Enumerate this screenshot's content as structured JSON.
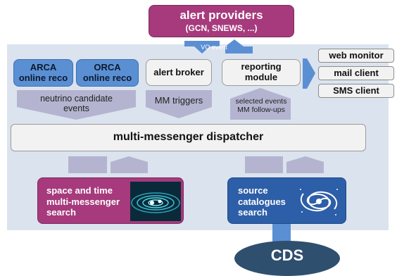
{
  "alert_providers": {
    "title": "alert providers",
    "subtitle": "(GCN, SNEWS, ...)"
  },
  "vo_event": "VO event",
  "reco": {
    "arca": [
      "ARCA",
      "online reco"
    ],
    "orca": [
      "ORCA",
      "online reco"
    ],
    "caption": [
      "neutrino candidate",
      "events"
    ]
  },
  "alert_broker": {
    "label": "alert broker",
    "caption": "MM triggers"
  },
  "reporting_module": {
    "label": [
      "reporting",
      "module"
    ],
    "caption": [
      "selected events",
      "MM follow-ups"
    ]
  },
  "outputs": [
    "web monitor",
    "mail client",
    "SMS client"
  ],
  "dispatcher": "multi-messenger dispatcher",
  "space_time_search": {
    "label": [
      "space and time",
      "multi-messenger",
      "search"
    ],
    "icon": "gravitational-wave-icon"
  },
  "source_catalogues": {
    "label": [
      "source",
      "catalogues",
      "search"
    ],
    "icon": "spiral-galaxy-icon"
  },
  "cds": "CDS",
  "colors": {
    "panel": "#dbe3ee",
    "alert_providers": "#a63a7c",
    "reco_blue": "#5b8fd3",
    "space_time": "#a63a7c",
    "catalogues": "#2d5ea8",
    "cds": "#2f4f6f",
    "arrow": "#a8a8c8",
    "arrow_blue": "#5b8fd3"
  }
}
